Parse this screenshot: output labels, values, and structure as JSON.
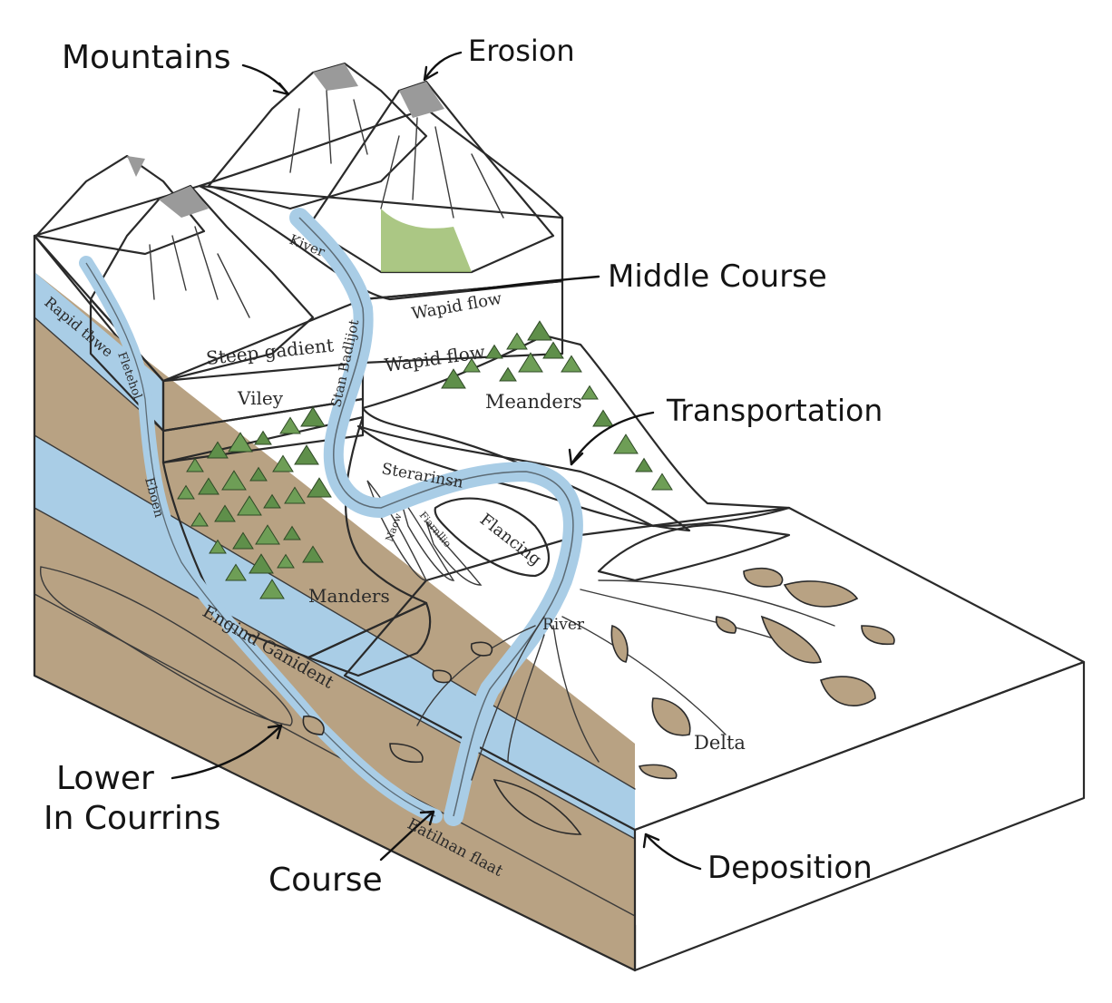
{
  "colors": {
    "water": "#a9cde6",
    "water_deep": "#8fbcdc",
    "soil": "#b8a283",
    "soil_dark": "#9a8468",
    "sand": "#d4b898",
    "grass": "#9cbd6e",
    "forest": "#5f8f4a",
    "rock": "#c9c9c9",
    "ink": "#2a2a2a"
  },
  "callouts": {
    "mountains": "Mountains",
    "erosion": "Erosion",
    "middle_course": "Middle Course",
    "transportation": "Transportation",
    "lower_line1": "Lower",
    "lower_line2": "In Courrins",
    "course": "Course",
    "deposition": "Deposition"
  },
  "inner_labels": {
    "river_top": "Kiver",
    "rapid_flow_left": "Rapid thwe",
    "side_stream": "Fletehol",
    "steep_gradient": "Steep gadient",
    "valley": "Viley",
    "stream_channel": "Stan Badlijot",
    "wapid_flow_top": "Wapid flow",
    "wapid_flow_mid": "Wapid flow",
    "meanders_right": "Meanders",
    "meanders_left": "Manders",
    "erosion_channel": "Eboen",
    "braided": "Sterarinsn",
    "braid_small1": "Naow",
    "braid_small2": "Fiarnllio",
    "flancing": "Flancing",
    "river": "River",
    "gentle_gradient": "Engind Ganident",
    "delta": "Delta",
    "floodplain": "Eatilnan flaat"
  }
}
